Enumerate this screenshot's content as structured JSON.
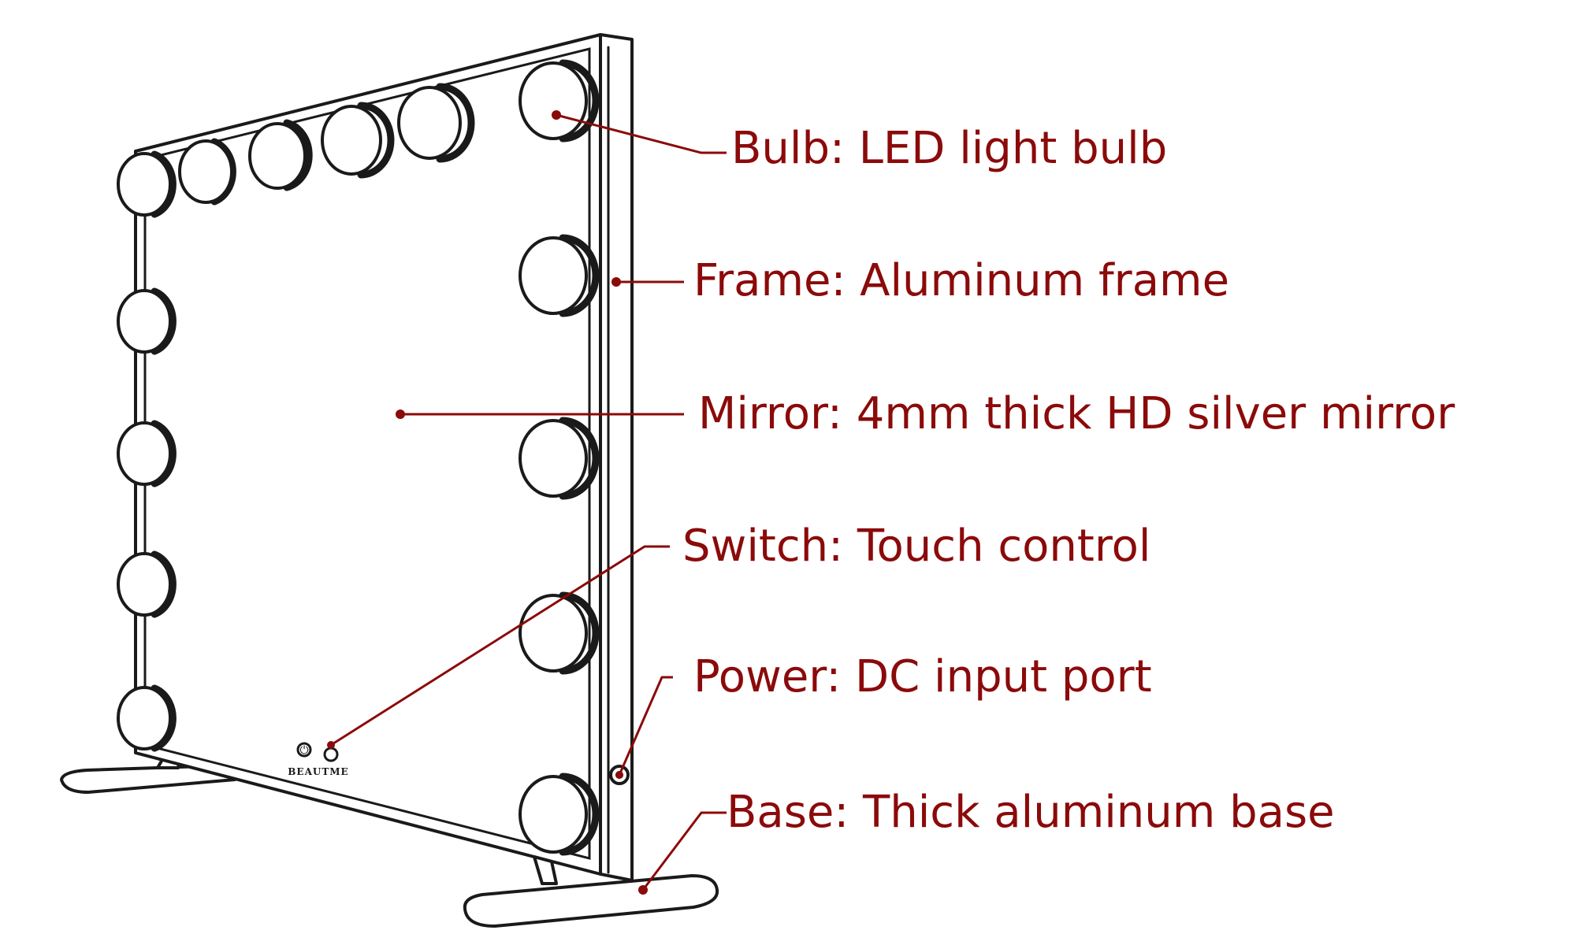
{
  "brand": "BEAUTME",
  "power_symbol": "⏻",
  "callouts": [
    {
      "id": "bulb",
      "name": "Bulb",
      "description": "LED light bulb"
    },
    {
      "id": "frame",
      "name": "Frame",
      "description": "Aluminum frame"
    },
    {
      "id": "mirror",
      "name": "Mirror",
      "description": "4mm thick HD silver mirror"
    },
    {
      "id": "switch",
      "name": "Switch",
      "description": "Touch control"
    },
    {
      "id": "power",
      "name": "Power",
      "description": "DC input port"
    },
    {
      "id": "base",
      "name": "Base",
      "description": "Thick aluminum base"
    }
  ],
  "colors": {
    "accent": "#8b0a0a",
    "outline": "#1a1a1a",
    "background": "#ffffff"
  }
}
